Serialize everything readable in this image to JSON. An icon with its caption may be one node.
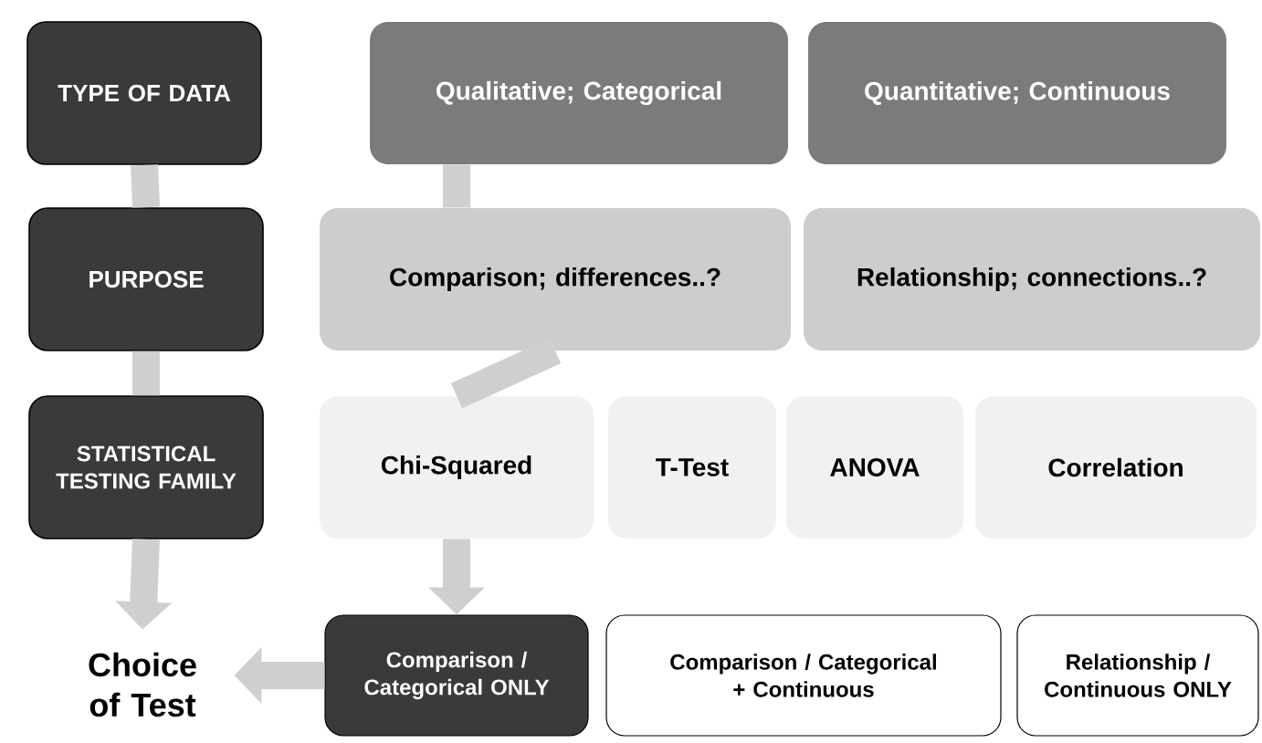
{
  "diagram": {
    "nodes": [
      {
        "text": [
          "TYPE OF DATA"
        ]
      },
      {
        "text": [
          "PURPOSE"
        ]
      },
      {
        "text": [
          "STATISTICAL TESTING FAMILY"
        ]
      },
      {
        "text": [
          "Choice of Test"
        ]
      },
      {
        "text": [
          "Qualitative; Categorical"
        ]
      },
      {
        "text": [
          "Quantitative; Continuous"
        ]
      },
      {
        "text": [
          "Comparison; differences..?"
        ]
      },
      {
        "text": [
          "Relationship; connections..?"
        ]
      },
      {
        "text": [
          "Chi-Squared"
        ]
      },
      {
        "text": [
          "T-Test"
        ]
      },
      {
        "text": [
          "ANOVA"
        ]
      },
      {
        "text": [
          "Correlation"
        ]
      },
      {
        "text": [
          "Comparison / Categorical ONLY"
        ]
      },
      {
        "text": [
          "Comparison / Categorical + Continuous"
        ]
      },
      {
        "text": [
          "Relationship / Continuous ONLY"
        ]
      }
    ],
    "edges": [
      {
        "from": 0,
        "to": 1,
        "arrow": "none"
      },
      {
        "from": 1,
        "to": 2,
        "arrow": "none"
      },
      {
        "from": 2,
        "to": 3,
        "arrow": "to"
      },
      {
        "from": 4,
        "to": 6,
        "arrow": "none"
      },
      {
        "from": 6,
        "to": 8,
        "arrow": "none"
      },
      {
        "from": 8,
        "to": 12,
        "arrow": "to"
      },
      {
        "from": 12,
        "to": 3,
        "arrow": "to"
      }
    ]
  }
}
